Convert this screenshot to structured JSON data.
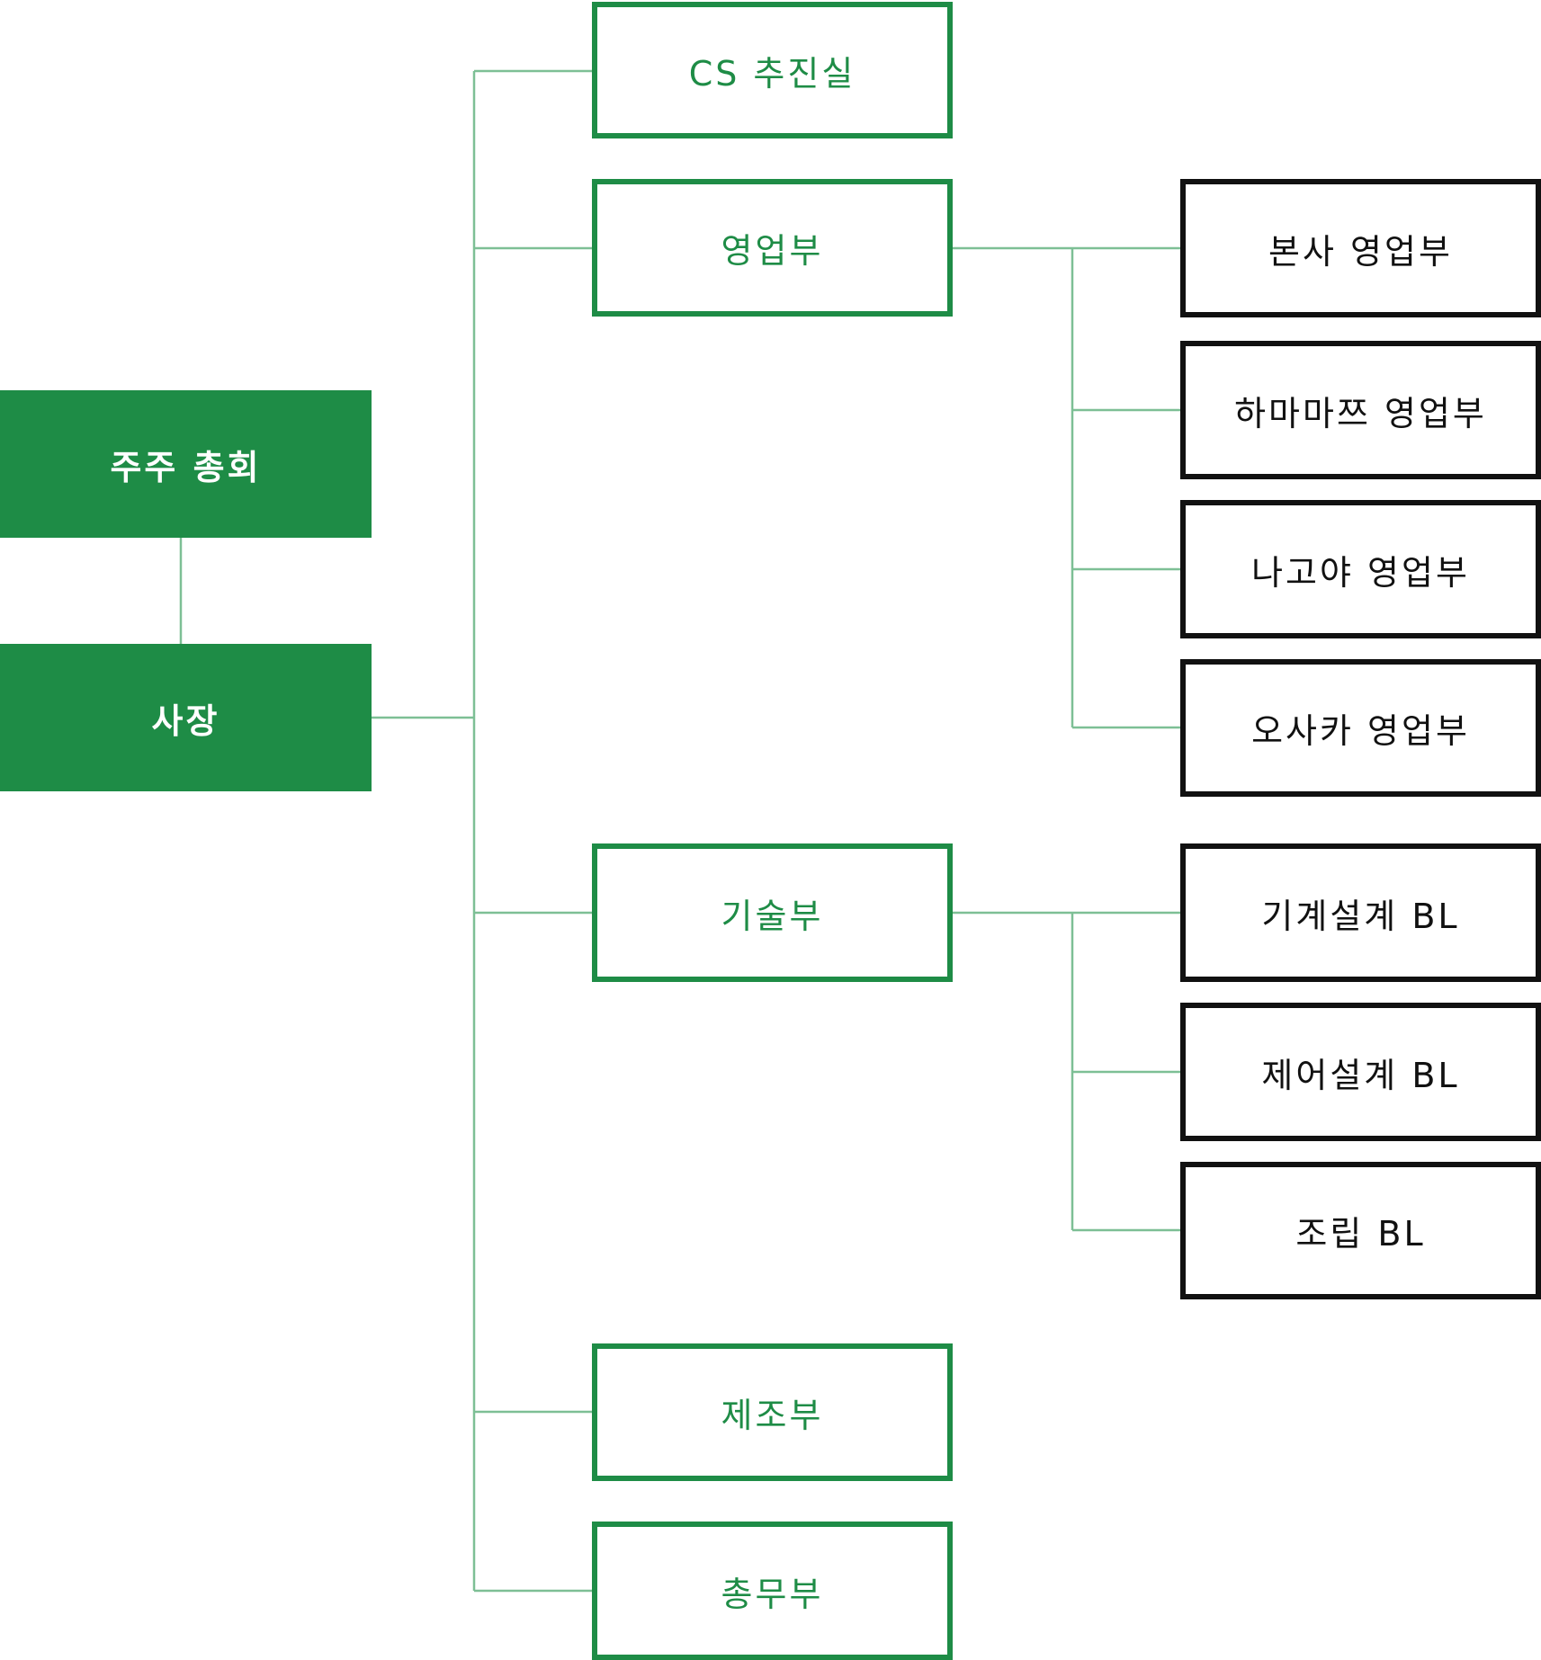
{
  "diagram": {
    "top": {
      "shareholders": "주주 총회",
      "president": "사장"
    },
    "departments": {
      "cs": "CS 추진실",
      "sales": "영업부",
      "tech": "기술부",
      "manufacturing": "제조부",
      "general_affairs": "총무부"
    },
    "sales_teams": [
      "본사 영업부",
      "하마마쯔 영업부",
      "나고야 영업부",
      "오사카 영업부"
    ],
    "tech_teams": [
      "기계설계 BL",
      "제어설계 BL",
      "조립 BL"
    ]
  },
  "colors": {
    "primary_green": "#1e8c46",
    "connector_green": "#7dbf95",
    "team_border": "#111111",
    "background": "#ffffff"
  }
}
